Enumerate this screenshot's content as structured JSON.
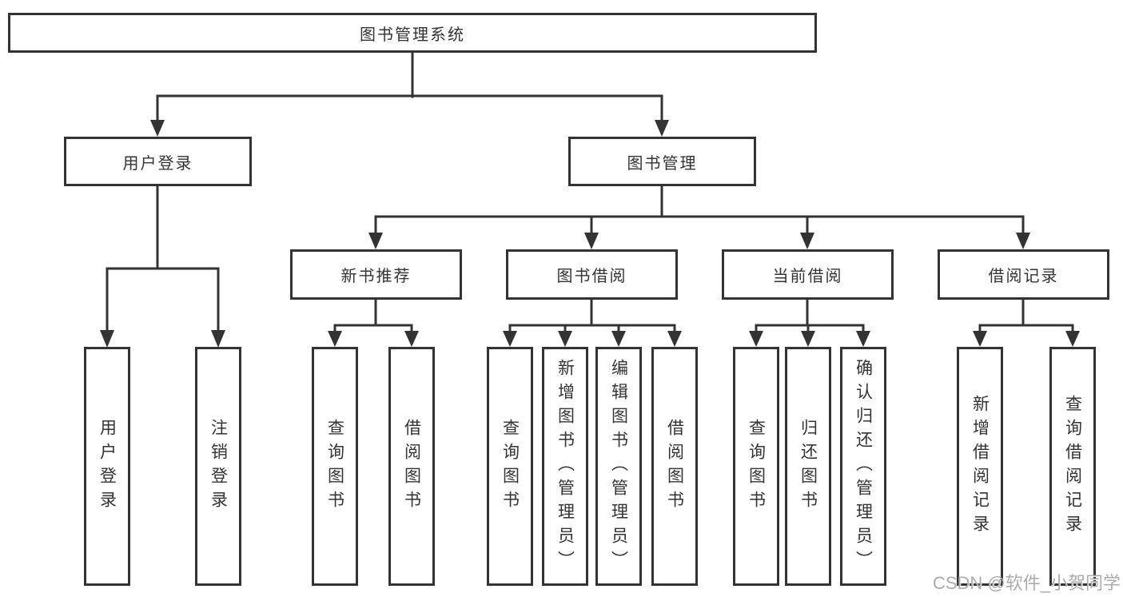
{
  "colors": {
    "bg": "#ffffff",
    "line": "#333333",
    "text": "#333333",
    "watermark": "#ababab"
  },
  "watermark": {
    "text": "CSDN @软件_小贺同学"
  },
  "chart_data": {
    "type": "hierarchy-diagram",
    "title": "图书管理系统",
    "legend_position": "none",
    "grid": false
  },
  "tree": {
    "root": {
      "label": "图书管理系统"
    },
    "branches": [
      {
        "label": "用户登录",
        "children": [
          {
            "label": "用户登录"
          },
          {
            "label": "注销登录"
          }
        ]
      },
      {
        "label": "图书管理",
        "children": [
          {
            "label": "新书推荐",
            "children": [
              {
                "label": "查询图书"
              },
              {
                "label": "借阅图书"
              }
            ]
          },
          {
            "label": "图书借阅",
            "children": [
              {
                "label": "查询图书"
              },
              {
                "label": "新增图书（管理员）"
              },
              {
                "label": "编辑图书（管理员）"
              },
              {
                "label": "借阅图书"
              }
            ]
          },
          {
            "label": "当前借阅",
            "children": [
              {
                "label": "查询图书"
              },
              {
                "label": "归还图书"
              },
              {
                "label": "确认归还（管理员）"
              }
            ]
          },
          {
            "label": "借阅记录",
            "children": [
              {
                "label": "新增借阅记录"
              },
              {
                "label": "查询借阅记录"
              }
            ]
          }
        ]
      }
    ]
  }
}
